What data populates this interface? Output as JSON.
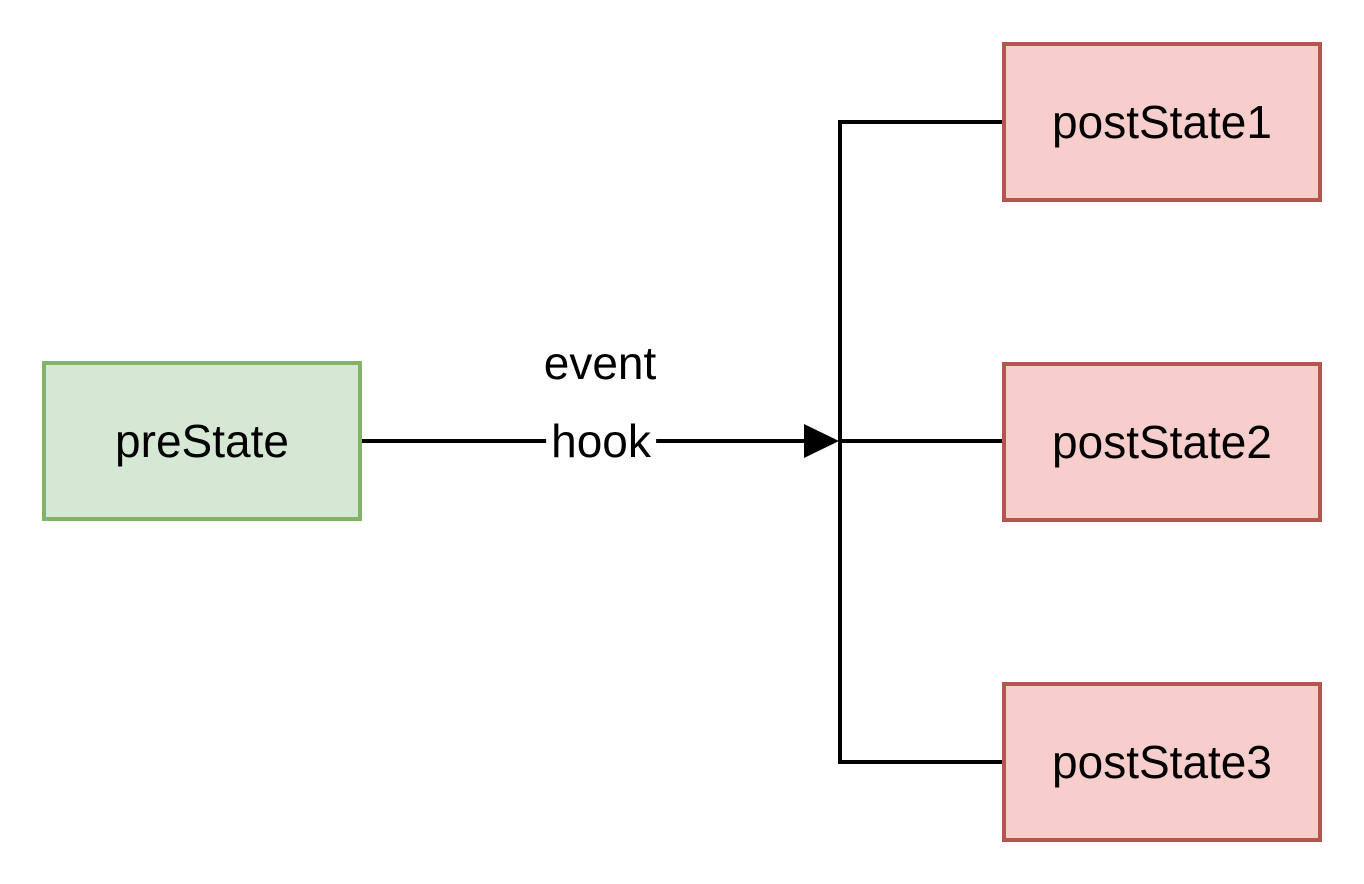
{
  "diagram": {
    "type": "state-transition-diagram",
    "colors": {
      "background": "#ffffff",
      "pre_state_fill": "#d5e8d4",
      "pre_state_border": "#82b366",
      "post_state_fill": "#f8cecc",
      "post_state_border": "#b85450",
      "edge": "#000000",
      "label_text": "#000000"
    },
    "nodes": {
      "pre_state": {
        "label": "preState"
      },
      "post_state_1": {
        "label": "postState1"
      },
      "post_state_2": {
        "label": "postState2"
      },
      "post_state_3": {
        "label": "postState3"
      }
    },
    "edge_label": {
      "lines": [
        "event",
        "hook"
      ]
    }
  }
}
